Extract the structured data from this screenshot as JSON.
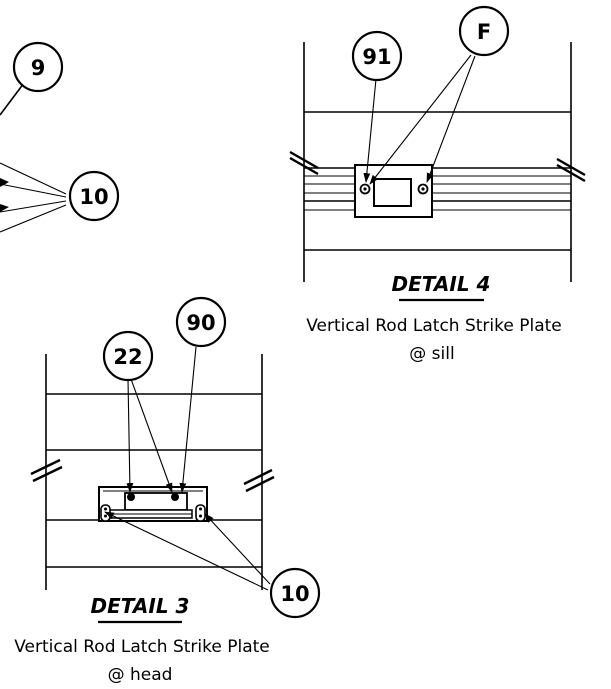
{
  "callouts": {
    "c9": "9",
    "c10_top": "10",
    "c91": "91",
    "cF": "F",
    "c90": "90",
    "c22": "22",
    "c10_bottom": "10"
  },
  "detail4": {
    "title": "DETAIL 4",
    "line1": "Vertical Rod Latch Strike Plate",
    "line2": "@ sill"
  },
  "detail3": {
    "title": "DETAIL 3",
    "line1": "Vertical Rod Latch Strike Plate",
    "line2": "@ head"
  }
}
